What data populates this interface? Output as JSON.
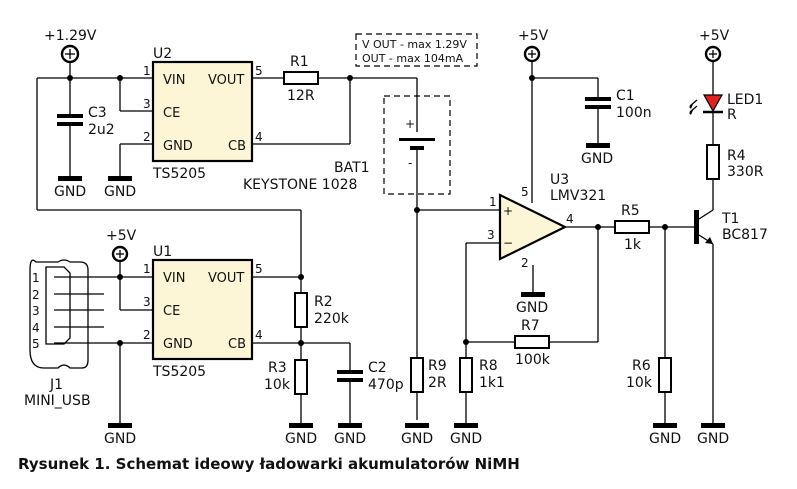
{
  "caption": "Rysunek 1. Schemat ideowy ładowarki akumulatorów NiMH",
  "colors": {
    "ic_fill": "#fdf6d6",
    "led_red": "#e02020",
    "wire": "#000000"
  },
  "power": {
    "v129": "+1.29V",
    "v5_u1": "+5V",
    "v5_u3": "+5V",
    "v5_led": "+5V"
  },
  "gnd_label": "GND",
  "note": {
    "line1": "V OUT - max 1.29V",
    "line2": "OUT - max 104mA"
  },
  "u2": {
    "ref": "U2",
    "part": "TS5205",
    "pins": {
      "vin": "VIN",
      "vout": "VOUT",
      "ce": "CE",
      "gnd": "GND",
      "cb": "CB"
    },
    "nums": {
      "vin": "1",
      "ce": "3",
      "gnd": "2",
      "vout": "5",
      "cb": "4"
    }
  },
  "u1": {
    "ref": "U1",
    "part": "TS5205",
    "pins": {
      "vin": "VIN",
      "vout": "VOUT",
      "ce": "CE",
      "gnd": "GND",
      "cb": "CB"
    },
    "nums": {
      "vin": "1",
      "ce": "3",
      "gnd": "2",
      "vout": "5",
      "cb": "4"
    }
  },
  "u3": {
    "ref": "U3",
    "part": "LMV321",
    "nums": {
      "plus": "1",
      "minus": "3",
      "out": "4",
      "vcc": "5",
      "gnd": "2"
    },
    "plus_sign": "+",
    "minus_sign": "−"
  },
  "c3": {
    "ref": "C3",
    "value": "2u2"
  },
  "c1": {
    "ref": "C1",
    "value": "100n"
  },
  "c2": {
    "ref": "C2",
    "value": "470p"
  },
  "r1": {
    "ref": "R1",
    "value": "12R"
  },
  "r2": {
    "ref": "R2",
    "value": "220k"
  },
  "r3": {
    "ref": "R3",
    "value": "10k"
  },
  "r4": {
    "ref": "R4",
    "value": "330R"
  },
  "r5": {
    "ref": "R5",
    "value": "1k"
  },
  "r6": {
    "ref": "R6",
    "value": "10k"
  },
  "r7": {
    "ref": "R7",
    "value": "100k"
  },
  "r8": {
    "ref": "R8",
    "value": "1k1"
  },
  "r9": {
    "ref": "R9",
    "value": "2R"
  },
  "bat1": {
    "ref": "BAT1",
    "part": "KEYSTONE 1028",
    "plus": "+",
    "minus": "-"
  },
  "led1": {
    "ref": "LED1",
    "value": "R"
  },
  "t1": {
    "ref": "T1",
    "part": "BC817"
  },
  "j1": {
    "ref": "J1",
    "part": "MINI_USB",
    "pins": [
      "1",
      "2",
      "3",
      "4",
      "5"
    ]
  }
}
